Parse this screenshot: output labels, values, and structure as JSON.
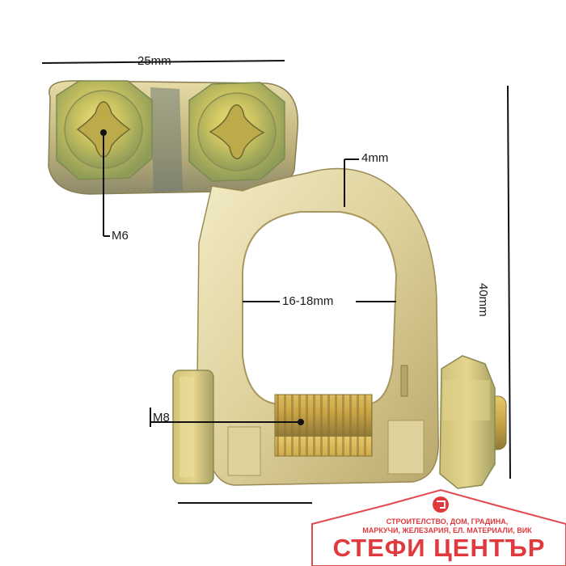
{
  "dimensions": {
    "width_label": "25mm",
    "strap_label": "4mm",
    "screw_label": "M6",
    "clamp_label": "16-18mm",
    "bolt_label": "M8",
    "height_label": "40mm"
  },
  "watermark": {
    "tagline_1": "СТРОИТЕЛСТВО, ДОМ, ГРАДИНА,",
    "tagline_2": "МАРКУЧИ, ЖЕЛЕЗАРИЯ, ЕЛ. МАТЕРИАЛИ, ВИК",
    "brand_name": "СТЕФИ ЦЕНТЪР",
    "brand_color": "#e03a3e"
  },
  "colors": {
    "brass_light": "#efe6b8",
    "brass_mid": "#d8c98a",
    "brass_dark": "#9c8a4c",
    "zinc_yellow": "#d6c26a",
    "zinc_green": "#a7b56a",
    "dimension_line": "#111111"
  }
}
